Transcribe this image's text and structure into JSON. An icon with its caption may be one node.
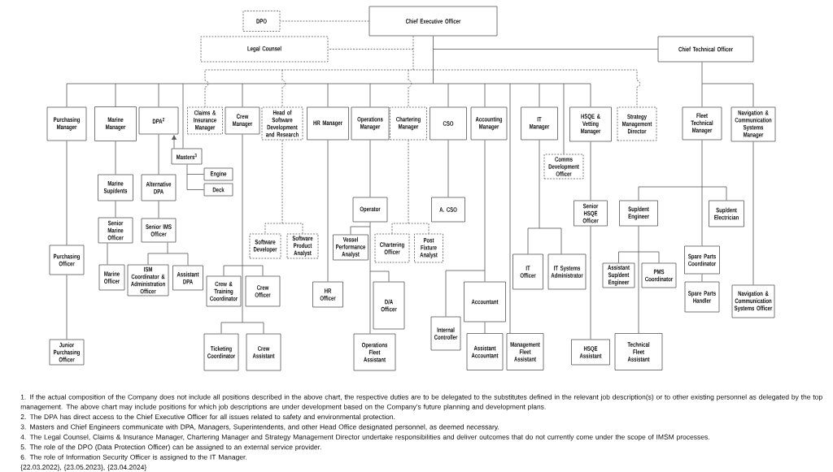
{
  "diagram": {
    "nodes": [
      {
        "text": [
          "DPO"
        ]
      },
      {
        "text": [
          "Chief Executive Officer"
        ]
      },
      {
        "text": [
          "Legal Counsel"
        ]
      },
      {
        "text": [
          "Chief Technical Officer"
        ]
      },
      {
        "text": [
          "Purchasing Manager"
        ]
      },
      {
        "text": [
          "Marine Manager"
        ]
      },
      {
        "text": [
          "DPA$^{2}$"
        ]
      },
      {
        "text": [
          "Claims & Insurance Manager"
        ]
      },
      {
        "text": [
          "Crew Manager"
        ]
      },
      {
        "text": [
          "Head of Software Development and Research"
        ]
      },
      {
        "text": [
          "HR Manager"
        ]
      },
      {
        "text": [
          "Operations Manager"
        ]
      },
      {
        "text": [
          "Chartering Manager"
        ]
      },
      {
        "text": [
          "CSO"
        ]
      },
      {
        "text": [
          "Accounting Manager"
        ]
      },
      {
        "text": [
          "IT Manager"
        ]
      },
      {
        "text": [
          "HSQE & Vetting Manager"
        ]
      },
      {
        "text": [
          "Strategy Management Director"
        ]
      },
      {
        "text": [
          "Fleet Technical Manager"
        ]
      },
      {
        "text": [
          "Navigation & Communication Systems Manager"
        ]
      },
      {
        "text": [
          "Masters$^{3}$"
        ]
      },
      {
        "text": [
          "Comms Development Officer"
        ]
      },
      {
        "text": [
          "Engine"
        ]
      },
      {
        "text": [
          "Deck"
        ]
      },
      {
        "text": [
          "Marine Sup/dents"
        ]
      },
      {
        "text": [
          "Alternative DPA"
        ]
      },
      {
        "text": [
          "Operator"
        ]
      },
      {
        "text": [
          "A. CSO"
        ]
      },
      {
        "text": [
          "Senior HSQE Officer"
        ]
      },
      {
        "text": [
          "Sup/dent Engineer"
        ]
      },
      {
        "text": [
          "Sup/dent Electrician"
        ]
      },
      {
        "text": [
          "Senior Marine Officer"
        ]
      },
      {
        "text": [
          "Senior IMS Officer"
        ]
      },
      {
        "text": [
          "Software Developer"
        ]
      },
      {
        "text": [
          "Software Product Analyst"
        ]
      },
      {
        "text": [
          "Vessel Performance Analyst"
        ]
      },
      {
        "text": [
          "Chartering Officer"
        ]
      },
      {
        "text": [
          "Post Fixture Analyst"
        ]
      },
      {
        "text": [
          "Purchasing Officer"
        ]
      },
      {
        "text": [
          "Spare Parts Coordinator"
        ]
      },
      {
        "text": [
          "IT Officer"
        ]
      },
      {
        "text": [
          "IT Systems Administrator"
        ]
      },
      {
        "text": [
          "Assistant Sup/dent Engineer"
        ]
      },
      {
        "text": [
          "PMS Coordinator"
        ]
      },
      {
        "text": [
          "Marine Officer"
        ]
      },
      {
        "text": [
          "ISM Coordinator & Administration Officer"
        ]
      },
      {
        "text": [
          "Assistant DPA"
        ]
      },
      {
        "text": [
          "Crew & Training Coordinator"
        ]
      },
      {
        "text": [
          "Crew Officer"
        ]
      },
      {
        "text": [
          "HR Officer"
        ]
      },
      {
        "text": [
          "D/A Officer"
        ]
      },
      {
        "text": [
          "Accountant"
        ]
      },
      {
        "text": [
          "Spare Parts Handler"
        ]
      },
      {
        "text": [
          "Navigation & Communication Systems Officer"
        ]
      },
      {
        "text": [
          "Internal Controller"
        ]
      },
      {
        "text": [
          "Ticketing Coordinator"
        ]
      },
      {
        "text": [
          "Crew Assistant"
        ]
      },
      {
        "text": [
          "Operations Fleet Assistant"
        ]
      },
      {
        "text": [
          "Assistant Accountant"
        ]
      },
      {
        "text": [
          "Management Fleet Assistant"
        ]
      },
      {
        "text": [
          "HSQE Assistant"
        ]
      },
      {
        "text": [
          "Technical Fleet Assistant"
        ]
      },
      {
        "text": [
          "Junior Purchasing Officer"
        ]
      }
    ],
    "edges": [
      {
        "from": 1,
        "to": 0,
        "arrow": "none",
        "style": "dashed"
      },
      {
        "from": 1,
        "to": 2,
        "arrow": "none",
        "style": "dashed"
      },
      {
        "from": 1,
        "to": 3,
        "arrow": "none"
      },
      {
        "from": 1,
        "to": 4,
        "arrow": "none"
      },
      {
        "from": 1,
        "to": 5,
        "arrow": "none"
      },
      {
        "from": 1,
        "to": 6,
        "arrow": "none"
      },
      {
        "from": 1,
        "to": 20,
        "arrow": "none"
      },
      {
        "from": 1,
        "to": 7,
        "arrow": "none",
        "style": "dashed"
      },
      {
        "from": 1,
        "to": 8,
        "arrow": "none"
      },
      {
        "from": 1,
        "to": 9,
        "arrow": "none",
        "style": "dashed"
      },
      {
        "from": 1,
        "to": 10,
        "arrow": "none"
      },
      {
        "from": 1,
        "to": 11,
        "arrow": "none"
      },
      {
        "from": 1,
        "to": 12,
        "arrow": "none",
        "style": "dashed"
      },
      {
        "from": 1,
        "to": 13,
        "arrow": "none"
      },
      {
        "from": 1,
        "to": 14,
        "arrow": "none"
      },
      {
        "from": 1,
        "to": 59,
        "arrow": "none"
      },
      {
        "from": 1,
        "to": 15,
        "arrow": "none"
      },
      {
        "from": 1,
        "to": 21,
        "arrow": "none"
      },
      {
        "from": 1,
        "to": 16,
        "arrow": "none"
      },
      {
        "from": 1,
        "to": 17,
        "arrow": "none",
        "style": "dashed"
      },
      {
        "from": 3,
        "to": 18,
        "arrow": "none"
      },
      {
        "from": 3,
        "to": 19,
        "arrow": "none"
      },
      {
        "from": 20,
        "to": 6,
        "arrow": "to"
      },
      {
        "from": 20,
        "to": 22,
        "arrow": "none"
      },
      {
        "from": 20,
        "to": 23,
        "arrow": "none"
      },
      {
        "from": 4,
        "to": 38,
        "arrow": "none"
      },
      {
        "from": 38,
        "to": 62,
        "arrow": "none"
      },
      {
        "from": 5,
        "to": 24,
        "arrow": "none"
      },
      {
        "from": 24,
        "to": 31,
        "arrow": "none"
      },
      {
        "from": 31,
        "to": 44,
        "arrow": "none"
      },
      {
        "from": 6,
        "to": 25,
        "arrow": "none"
      },
      {
        "from": 25,
        "to": 32,
        "arrow": "none"
      },
      {
        "from": 32,
        "to": 45,
        "arrow": "none"
      },
      {
        "from": 32,
        "to": 46,
        "arrow": "none"
      },
      {
        "from": 8,
        "to": 47,
        "arrow": "none"
      },
      {
        "from": 8,
        "to": 48,
        "arrow": "none"
      },
      {
        "from": 8,
        "to": 55,
        "arrow": "none"
      },
      {
        "from": 8,
        "to": 56,
        "arrow": "none"
      },
      {
        "from": 9,
        "to": 33,
        "arrow": "none",
        "style": "dashed"
      },
      {
        "from": 9,
        "to": 34,
        "arrow": "none",
        "style": "dashed"
      },
      {
        "from": 10,
        "to": 49,
        "arrow": "none"
      },
      {
        "from": 11,
        "to": 26,
        "arrow": "none"
      },
      {
        "from": 26,
        "to": 35,
        "arrow": "none"
      },
      {
        "from": 26,
        "to": 50,
        "arrow": "none"
      },
      {
        "from": 26,
        "to": 57,
        "arrow": "none"
      },
      {
        "from": 12,
        "to": 36,
        "arrow": "none",
        "style": "dashed"
      },
      {
        "from": 12,
        "to": 37,
        "arrow": "none",
        "style": "dashed"
      },
      {
        "from": 13,
        "to": 27,
        "arrow": "none"
      },
      {
        "from": 14,
        "to": 51,
        "arrow": "none"
      },
      {
        "from": 14,
        "to": 54,
        "arrow": "none"
      },
      {
        "from": 51,
        "to": 58,
        "arrow": "none"
      },
      {
        "from": 15,
        "to": 40,
        "arrow": "none"
      },
      {
        "from": 15,
        "to": 41,
        "arrow": "none"
      },
      {
        "from": 16,
        "to": 28,
        "arrow": "none"
      },
      {
        "from": 28,
        "to": 60,
        "arrow": "none"
      },
      {
        "from": 18,
        "to": 29,
        "arrow": "none"
      },
      {
        "from": 18,
        "to": 30,
        "arrow": "none"
      },
      {
        "from": 18,
        "to": 39,
        "arrow": "none"
      },
      {
        "from": 29,
        "to": 42,
        "arrow": "none"
      },
      {
        "from": 29,
        "to": 43,
        "arrow": "none"
      },
      {
        "from": 29,
        "to": 61,
        "arrow": "none"
      },
      {
        "from": 39,
        "to": 52,
        "arrow": "none"
      },
      {
        "from": 19,
        "to": 53,
        "arrow": "none"
      }
    ],
    "labels": [
      "1. If the actual composition of the Company does not include all positions described in the above chart, the respective duties are to be delegated to the substitutes defined in the relevant job description(s) or to other existing personnel as delegated by the top management. The above chart may include positions for which job descriptions are under development based on the Company’s future planning and development plans.",
      "2. The DPA has direct access to the Chief Executive Officer for all issues related to safety and environmental protection.",
      "3. Masters and Chief Engineers communicate with DPA, Managers, Superintendents, and other Head Office designated personnel, as deemed necessary.",
      "4. The Legal Counsel, Claims & Insurance Manager, Chartering Manager and Strategy Management Director undertake responsibilities and deliver outcomes that do not currently come under the scope of IMSM processes.",
      "5. The role of the DPO (Data Protection Officer) can be assigned to an external service provider.",
      "6. The role of Information Security Officer is assigned to the IT Manager.",
      "{22.03.2022}, {23.05.2023}, {23.04.2024}"
    ]
  }
}
